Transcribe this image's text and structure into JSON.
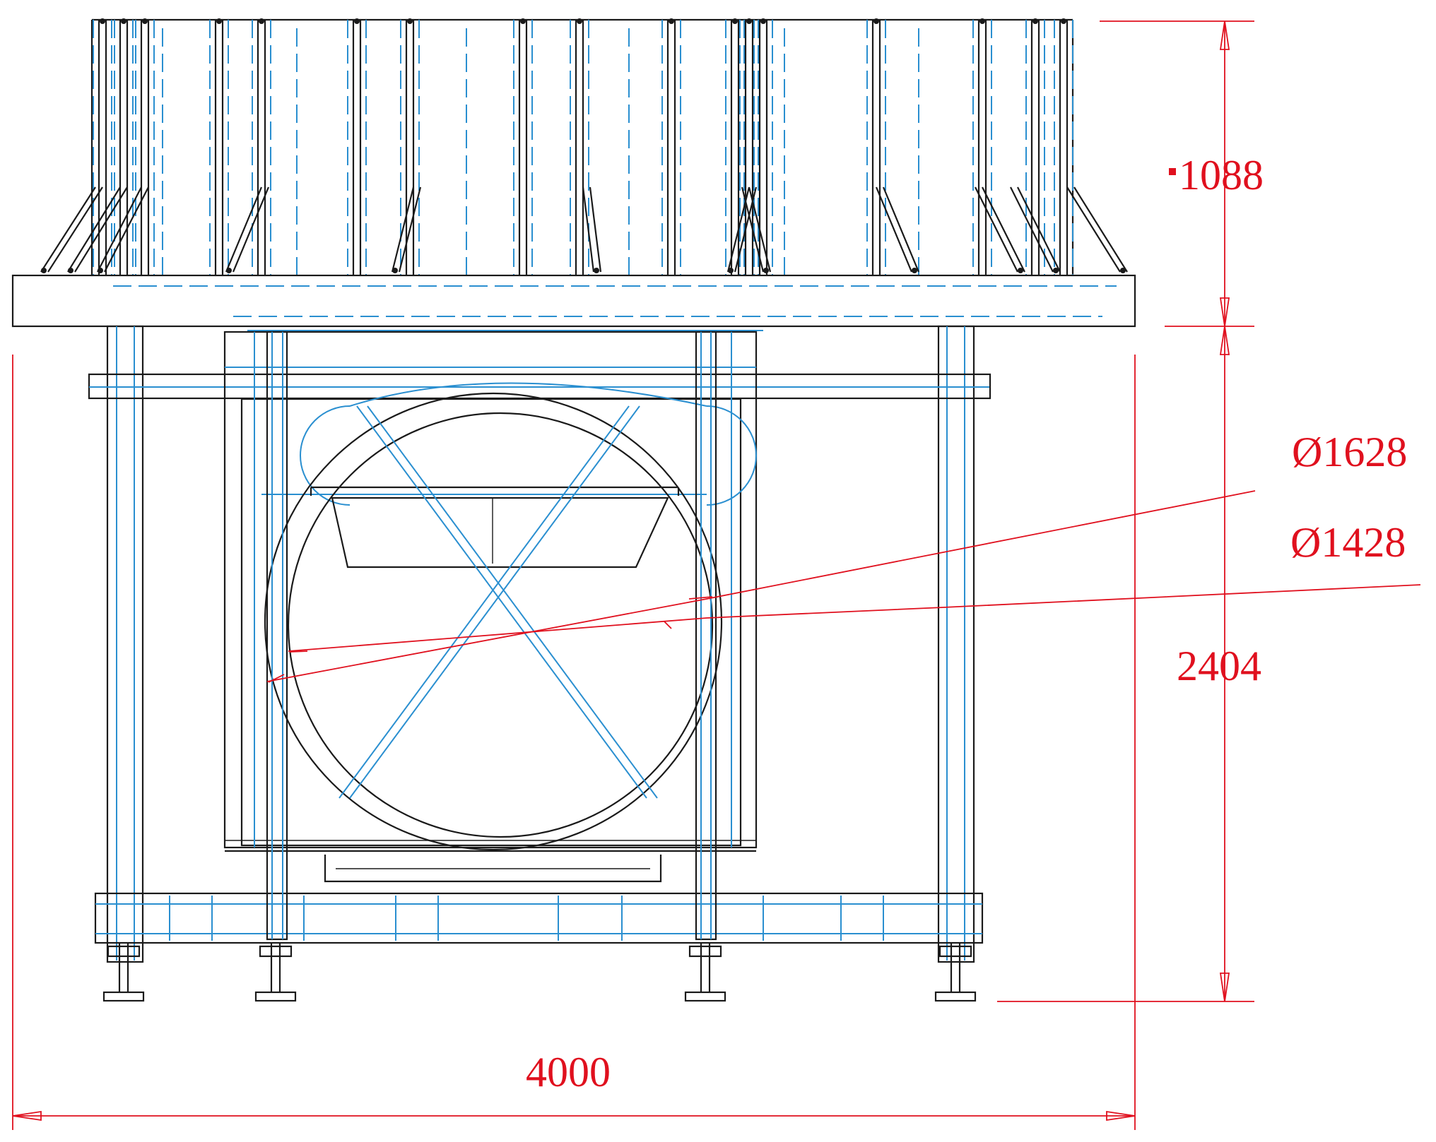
{
  "drawing": {
    "colors": {
      "outline": "#1a1a1a",
      "hidden_lines": "#2a8fd0",
      "dimensions": "#e0101e",
      "background": "#ffffff"
    },
    "dimensions": {
      "upper_height": "1088",
      "lower_height": "2404",
      "overall_width": "4000",
      "outer_diameter": "Ø1628",
      "inner_diameter": "Ø1428"
    }
  }
}
